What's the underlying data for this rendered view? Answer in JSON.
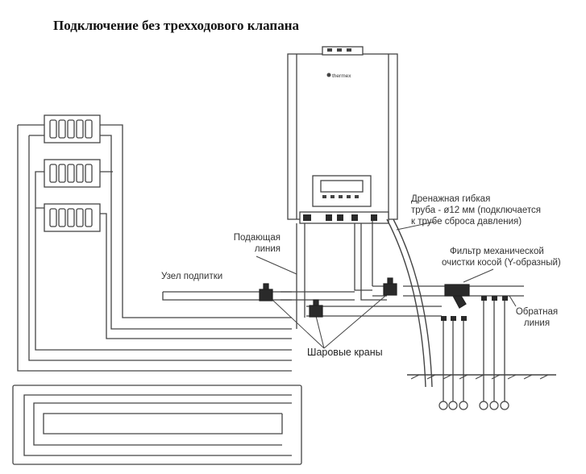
{
  "title": "Подключение без трехходового клапана",
  "boiler": {
    "brand": "thermex"
  },
  "labels": {
    "drain_line1": "Дренажная гибкая",
    "drain_line2": "труба - ø12 мм (подключается",
    "drain_line3": "к трубе сброса давления)",
    "supply_line1": "Подающая",
    "supply_line2": "линия",
    "filter_line1": "Фильтр механической",
    "filter_line2": "очистки косой (Y-образный)",
    "makeup": "Узел подпитки",
    "return_line1": "Обратная",
    "return_line2": "линия",
    "ball_valves": "Шаровые краны"
  },
  "colors": {
    "line": "#444444",
    "text": "#333333",
    "fill_dark": "#2a2a2a"
  }
}
